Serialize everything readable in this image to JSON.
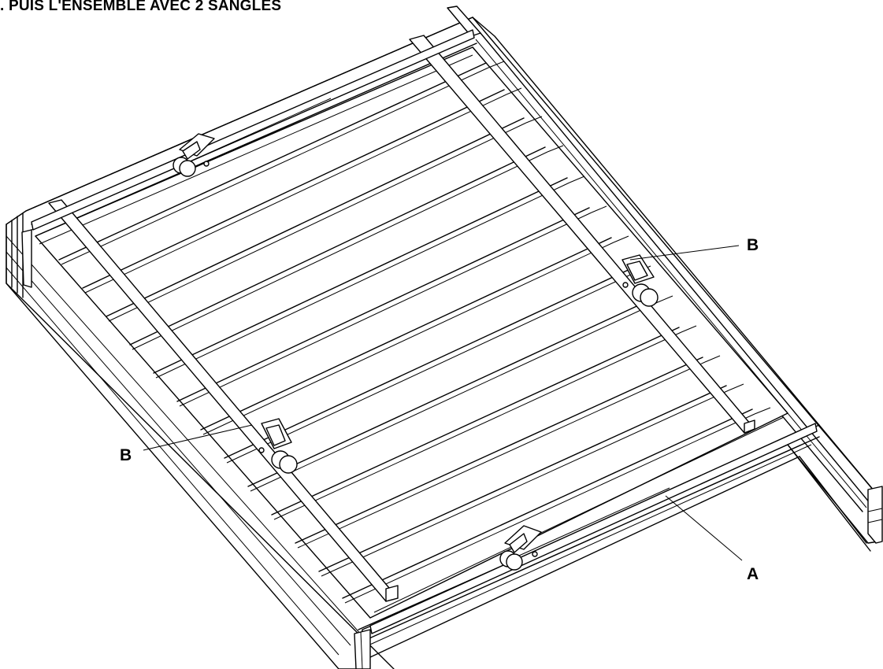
{
  "title": ". PUIS L'ENSEMBLE AVEC 2 SANGLES",
  "callouts": {
    "b_upper": "B",
    "b_lower": "B",
    "a": "A"
  },
  "parts": {
    "pallet_slats": 13,
    "straps": 4,
    "ratchet_buckles": 4
  }
}
